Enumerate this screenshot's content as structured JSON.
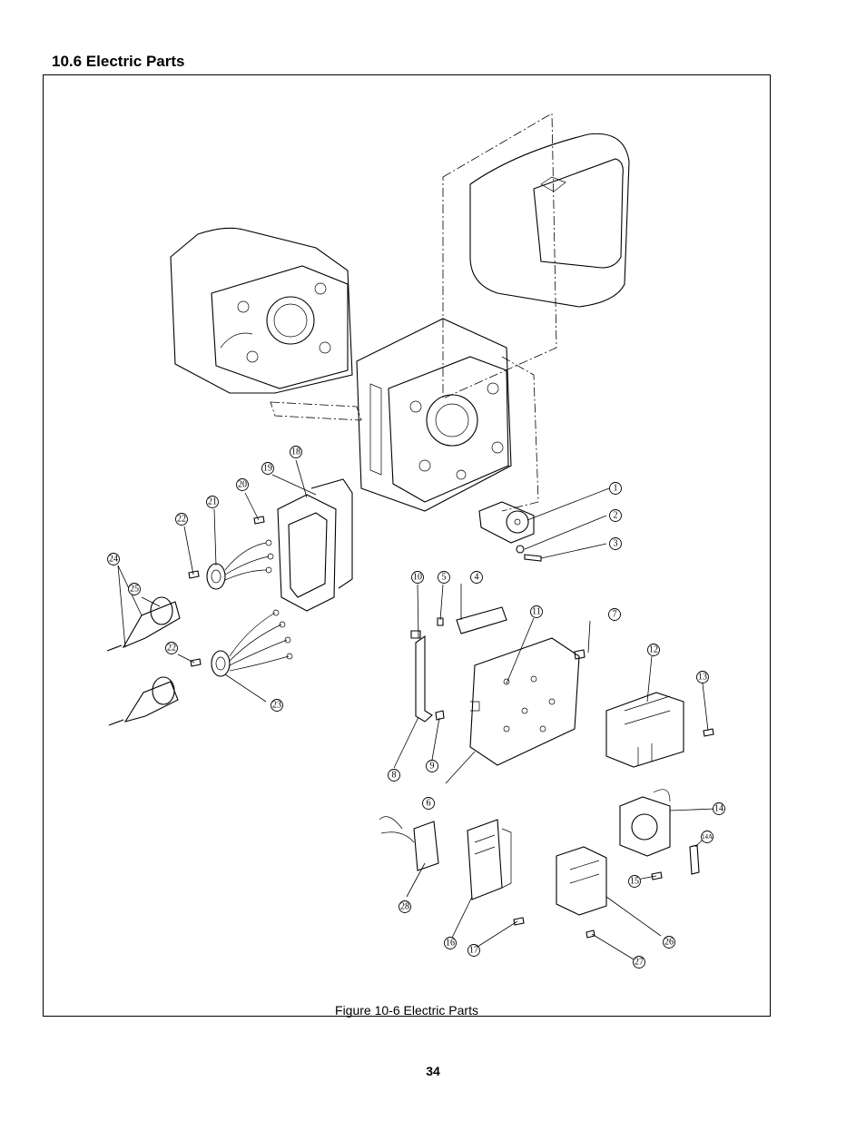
{
  "section": {
    "title": "10.6 Electric Parts"
  },
  "figure": {
    "caption": "Figure 10-6 Electric Parts",
    "callouts": [
      "1",
      "2",
      "3",
      "4",
      "5",
      "6",
      "7",
      "8",
      "9",
      "10",
      "11",
      "12",
      "13",
      "14",
      "14A",
      "15",
      "16",
      "17",
      "18",
      "19",
      "20",
      "21",
      "22",
      "22",
      "23",
      "24",
      "25",
      "26",
      "27",
      "28"
    ]
  },
  "footer": {
    "page_number": "34"
  }
}
